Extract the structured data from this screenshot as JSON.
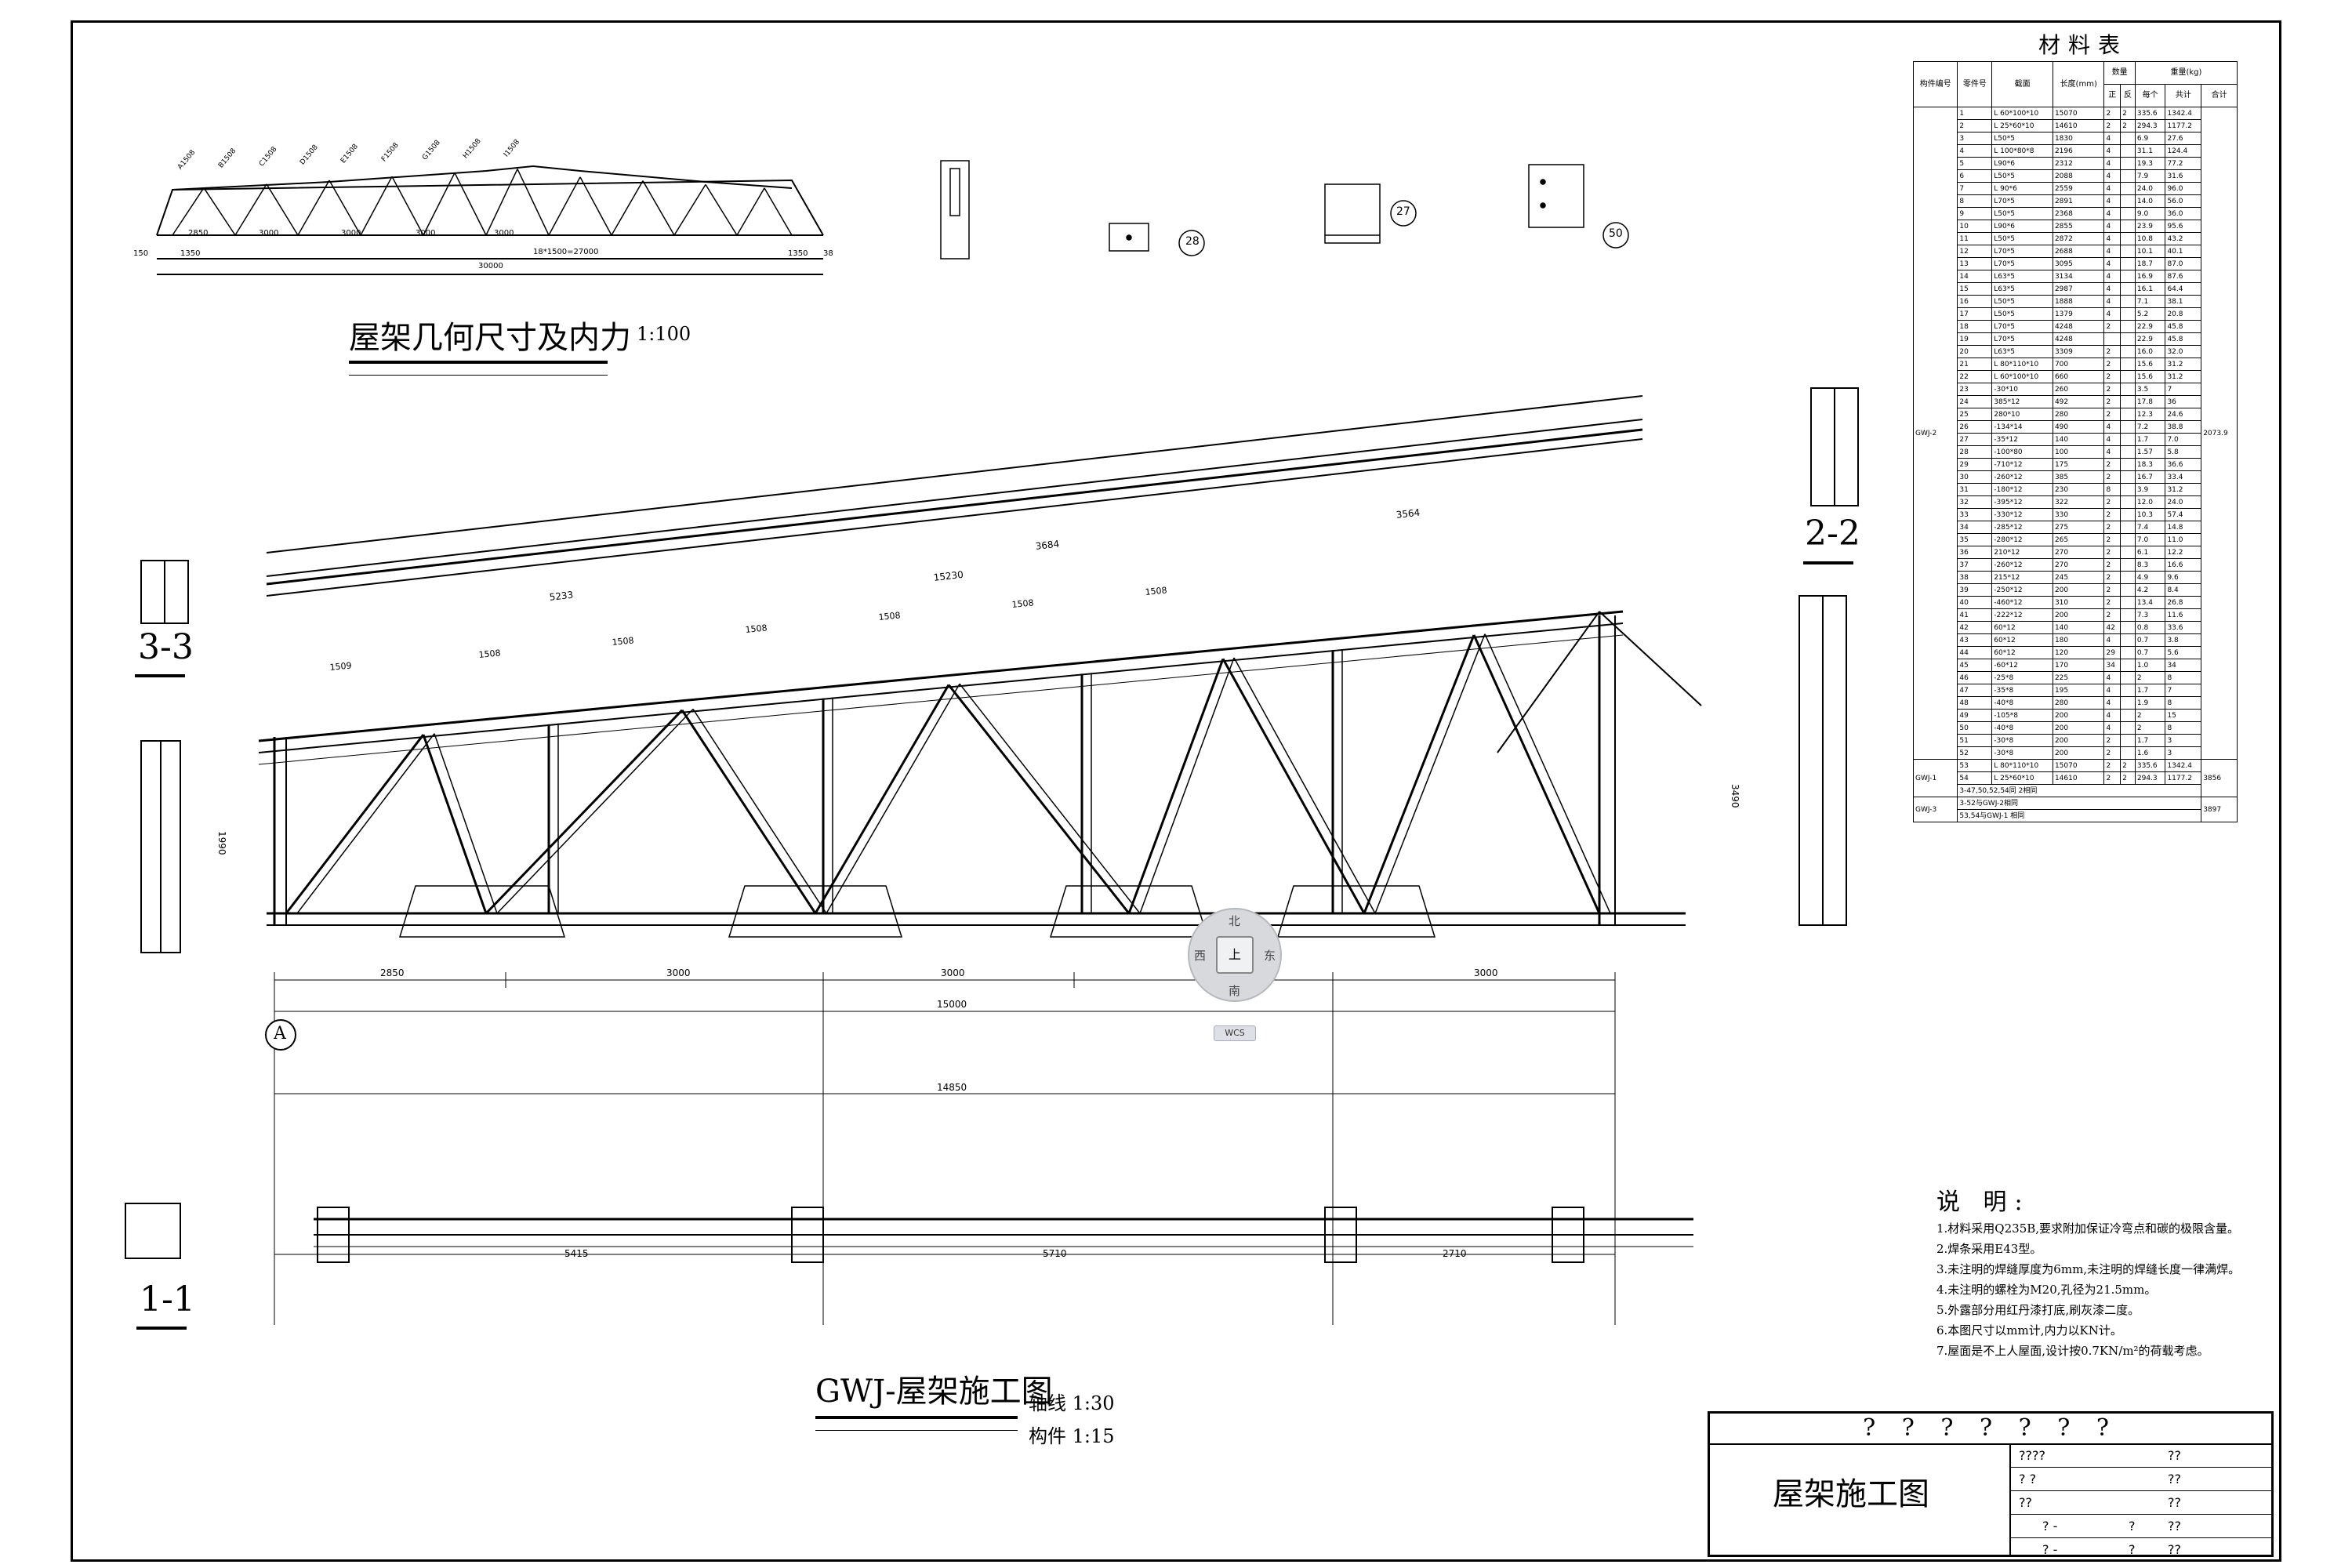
{
  "drawing": {
    "geom_title": "屋架几何尺寸及内力",
    "geom_scale": "1:100",
    "main_title": "GWJ-屋架施工图",
    "main_scale_axis": "轴线 1:30",
    "main_scale_member": "构件 1:15",
    "section_1": "1-1",
    "section_2": "2-2",
    "section_3": "3-3",
    "axis_label": "A",
    "dims_top": [
      "2850",
      "3000",
      "3000",
      "3000"
    ],
    "dim_half": "15000",
    "dim_14850": "14850",
    "dims_bottom_chord": [
      "5415",
      "5710",
      "2710"
    ],
    "dims_panel": [
      "1509",
      "1508",
      "1508",
      "1508",
      "1508",
      "1508",
      "1508"
    ],
    "dim_15230": "15230",
    "dim_5233": "5233",
    "dim_3684": "3684",
    "dim_3564": "3564",
    "dim_3490": "3490",
    "dim_1990": "1990",
    "detail_labels": [
      "28",
      "27",
      "50"
    ],
    "geom_dims": [
      "150",
      "1350",
      "2850",
      "3000",
      "3000",
      "3000",
      "3000",
      "18*1500=27000",
      "30000",
      "1350",
      "38"
    ],
    "geom_forces": [
      "A1508",
      "B1508",
      "C1508",
      "D1508",
      "E1508",
      "F1508",
      "G1508",
      "H1508",
      "I1508"
    ]
  },
  "materials": {
    "title": "材料表",
    "headers": [
      "构件编号",
      "零件号",
      "截面",
      "长度(mm)",
      "正",
      "反",
      "每个",
      "共计",
      "合计"
    ],
    "header_groups": {
      "count": "数量",
      "weight": "重量(kg)"
    },
    "member_label": "GWJ-2",
    "total": "2073.9",
    "rows": [
      [
        "1",
        "L 60*100*10",
        "15070",
        "2",
        "2",
        "335.6",
        "1342.4"
      ],
      [
        "2",
        "L 25*60*10",
        "14610",
        "2",
        "2",
        "294.3",
        "1177.2"
      ],
      [
        "3",
        "L50*5",
        "1830",
        "4",
        "",
        "6.9",
        "27.6"
      ],
      [
        "4",
        "L 100*80*8",
        "2196",
        "4",
        "",
        "31.1",
        "124.4"
      ],
      [
        "5",
        "L90*6",
        "2312",
        "4",
        "",
        "19.3",
        "77.2"
      ],
      [
        "6",
        "L50*5",
        "2088",
        "4",
        "",
        "7.9",
        "31.6"
      ],
      [
        "7",
        "L 90*6",
        "2559",
        "4",
        "",
        "24.0",
        "96.0"
      ],
      [
        "8",
        "L70*5",
        "2891",
        "4",
        "",
        "14.0",
        "56.0"
      ],
      [
        "9",
        "L50*5",
        "2368",
        "4",
        "",
        "9.0",
        "36.0"
      ],
      [
        "10",
        "L90*6",
        "2855",
        "4",
        "",
        "23.9",
        "95.6"
      ],
      [
        "11",
        "L50*5",
        "2872",
        "4",
        "",
        "10.8",
        "43.2"
      ],
      [
        "12",
        "L70*5",
        "2688",
        "4",
        "",
        "10.1",
        "40.1"
      ],
      [
        "13",
        "L70*5",
        "3095",
        "4",
        "",
        "18.7",
        "87.0"
      ],
      [
        "14",
        "L63*5",
        "3134",
        "4",
        "",
        "16.9",
        "87.6"
      ],
      [
        "15",
        "L63*5",
        "2987",
        "4",
        "",
        "16.1",
        "64.4"
      ],
      [
        "16",
        "L50*5",
        "1888",
        "4",
        "",
        "7.1",
        "38.1"
      ],
      [
        "17",
        "L50*5",
        "1379",
        "4",
        "",
        "5.2",
        "20.8"
      ],
      [
        "18",
        "L70*5",
        "4248",
        "2",
        "",
        "22.9",
        "45.8"
      ],
      [
        "19",
        "L70*5",
        "4248",
        "",
        "",
        "22.9",
        "45.8"
      ],
      [
        "20",
        "L63*5",
        "3309",
        "2",
        "",
        "16.0",
        "32.0"
      ],
      [
        "21",
        "L 80*110*10",
        "700",
        "2",
        "",
        "15.6",
        "31.2"
      ],
      [
        "22",
        "L 60*100*10",
        "660",
        "2",
        "",
        "15.6",
        "31.2"
      ],
      [
        "23",
        "-30*10",
        "260",
        "2",
        "",
        "3.5",
        "7"
      ],
      [
        "24",
        "385*12",
        "492",
        "2",
        "",
        "17.8",
        "36"
      ],
      [
        "25",
        "280*10",
        "280",
        "2",
        "",
        "12.3",
        "24.6"
      ],
      [
        "26",
        "-134*14",
        "490",
        "4",
        "",
        "7.2",
        "38.8"
      ],
      [
        "27",
        "-35*12",
        "140",
        "4",
        "",
        "1.7",
        "7.0"
      ],
      [
        "28",
        "-100*80",
        "100",
        "4",
        "",
        "1.57",
        "5.8"
      ],
      [
        "29",
        "-710*12",
        "175",
        "2",
        "",
        "18.3",
        "36.6"
      ],
      [
        "30",
        "-260*12",
        "385",
        "2",
        "",
        "16.7",
        "33.4"
      ],
      [
        "31",
        "-180*12",
        "230",
        "8",
        "",
        "3.9",
        "31.2"
      ],
      [
        "32",
        "-395*12",
        "322",
        "2",
        "",
        "12.0",
        "24.0"
      ],
      [
        "33",
        "-330*12",
        "330",
        "2",
        "",
        "10.3",
        "57.4"
      ],
      [
        "34",
        "-285*12",
        "275",
        "2",
        "",
        "7.4",
        "14.8"
      ],
      [
        "35",
        "-280*12",
        "265",
        "2",
        "",
        "7.0",
        "11.0"
      ],
      [
        "36",
        "210*12",
        "270",
        "2",
        "",
        "6.1",
        "12.2"
      ],
      [
        "37",
        "-260*12",
        "270",
        "2",
        "",
        "8.3",
        "16.6"
      ],
      [
        "38",
        "215*12",
        "245",
        "2",
        "",
        "4.9",
        "9.6"
      ],
      [
        "39",
        "-250*12",
        "200",
        "2",
        "",
        "4.2",
        "8.4"
      ],
      [
        "40",
        "-460*12",
        "310",
        "2",
        "",
        "13.4",
        "26.8"
      ],
      [
        "41",
        "-222*12",
        "200",
        "2",
        "",
        "7.3",
        "11.6"
      ],
      [
        "42",
        "60*12",
        "140",
        "42",
        "",
        "0.8",
        "33.6"
      ],
      [
        "43",
        "60*12",
        "180",
        "4",
        "",
        "0.7",
        "3.8"
      ],
      [
        "44",
        "60*12",
        "120",
        "29",
        "",
        "0.7",
        "5.6"
      ],
      [
        "45",
        "-60*12",
        "170",
        "34",
        "",
        "1.0",
        "34"
      ],
      [
        "46",
        "-25*8",
        "225",
        "4",
        "",
        "2",
        "8"
      ],
      [
        "47",
        "-35*8",
        "195",
        "4",
        "",
        "1.7",
        "7"
      ],
      [
        "48",
        "-40*8",
        "280",
        "4",
        "",
        "1.9",
        "8"
      ],
      [
        "49",
        "-105*8",
        "200",
        "4",
        "",
        "2",
        "15"
      ],
      [
        "50",
        "-40*8",
        "200",
        "4",
        "",
        "2",
        "8"
      ],
      [
        "51",
        "-30*8",
        "200",
        "2",
        "",
        "1.7",
        "3"
      ],
      [
        "52",
        "-30*8",
        "200",
        "2",
        "",
        "1.6",
        "3"
      ],
      [
        "53",
        "L 80*110*10",
        "15070",
        "2",
        "2",
        "335.6",
        "1342.4"
      ],
      [
        "54",
        "L 25*60*10",
        "14610",
        "2",
        "2",
        "294.3",
        "1177.2"
      ]
    ],
    "gwj1_label": "GWJ-1",
    "gwj1_total": "3856",
    "gwj1_note": "3-47,50,52,54同 2相同",
    "gwj3_label": "GWJ-3",
    "gwj3_note1": "3-52与GWJ-2相同",
    "gwj3_note2": "53,54与GWJ-1 相同",
    "gwj3_total": "3897"
  },
  "notes": {
    "heading": "说 明:",
    "items": [
      "1.材料采用Q235B,要求附加保证冷弯点和碳的极限含量。",
      "2.焊条采用E43型。",
      "3.未注明的焊缝厚度为6mm,未注明的焊缝长度一律满焊。",
      "4.未注明的螺栓为M20,孔径为21.5mm。",
      "5.外露部分用红丹漆打底,刷灰漆二度。",
      "6.本图尺寸以mm计,内力以KN计。",
      "7.屋面是不上人屋面,设计按0.7KN/m²的荷载考虑。"
    ]
  },
  "title_block": {
    "header": "? ? ? ? ? ? ?",
    "name": "屋架施工图",
    "cells": [
      "????",
      "??",
      "?  ?",
      "??",
      "??",
      "??",
      "?  -",
      "?",
      "??",
      "?  -",
      "?",
      "??"
    ]
  },
  "viewcube": {
    "top": "北",
    "left": "西",
    "right": "东",
    "bottom": "南",
    "face": "上",
    "wcs": "WCS"
  }
}
